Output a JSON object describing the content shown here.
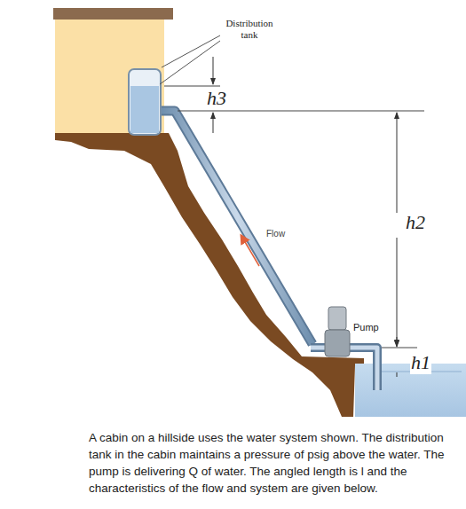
{
  "diagram": {
    "caption": "A cabin on a hillside uses the water system shown. The distribution tank in the cabin maintains a pressure of psig above the water. The pump is delivering Q of water. The angled length is l and the characteristics of the flow and system are given below.",
    "labels": [
      "Distribution tank",
      "h3",
      "Flow",
      "h2",
      "Pump",
      "h1"
    ]
  }
}
